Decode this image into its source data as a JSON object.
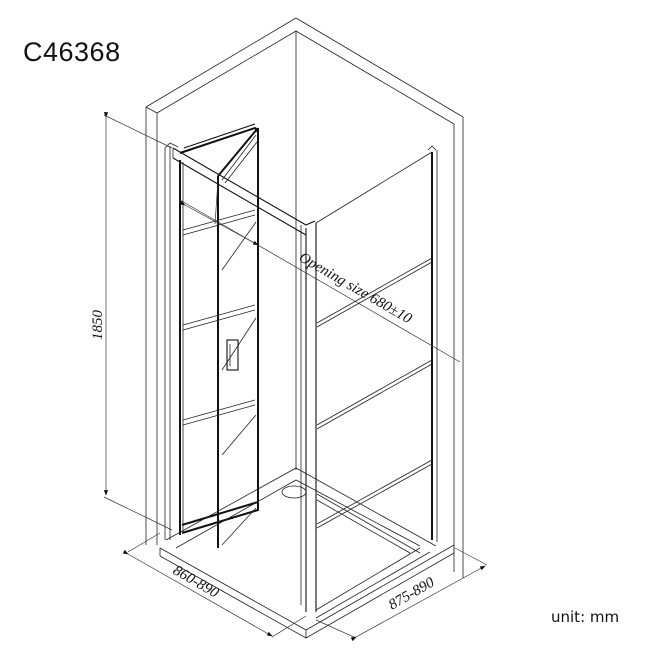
{
  "drawing": {
    "model_code": "C46368",
    "unit_label": "unit: mm",
    "dimensions": {
      "height": "1850",
      "opening": "Opening size 680±10",
      "front_width": "860-890",
      "side_width": "875-890"
    },
    "description": "Isometric line drawing of a corner shower enclosure with bi-fold door and fixed side panel"
  }
}
